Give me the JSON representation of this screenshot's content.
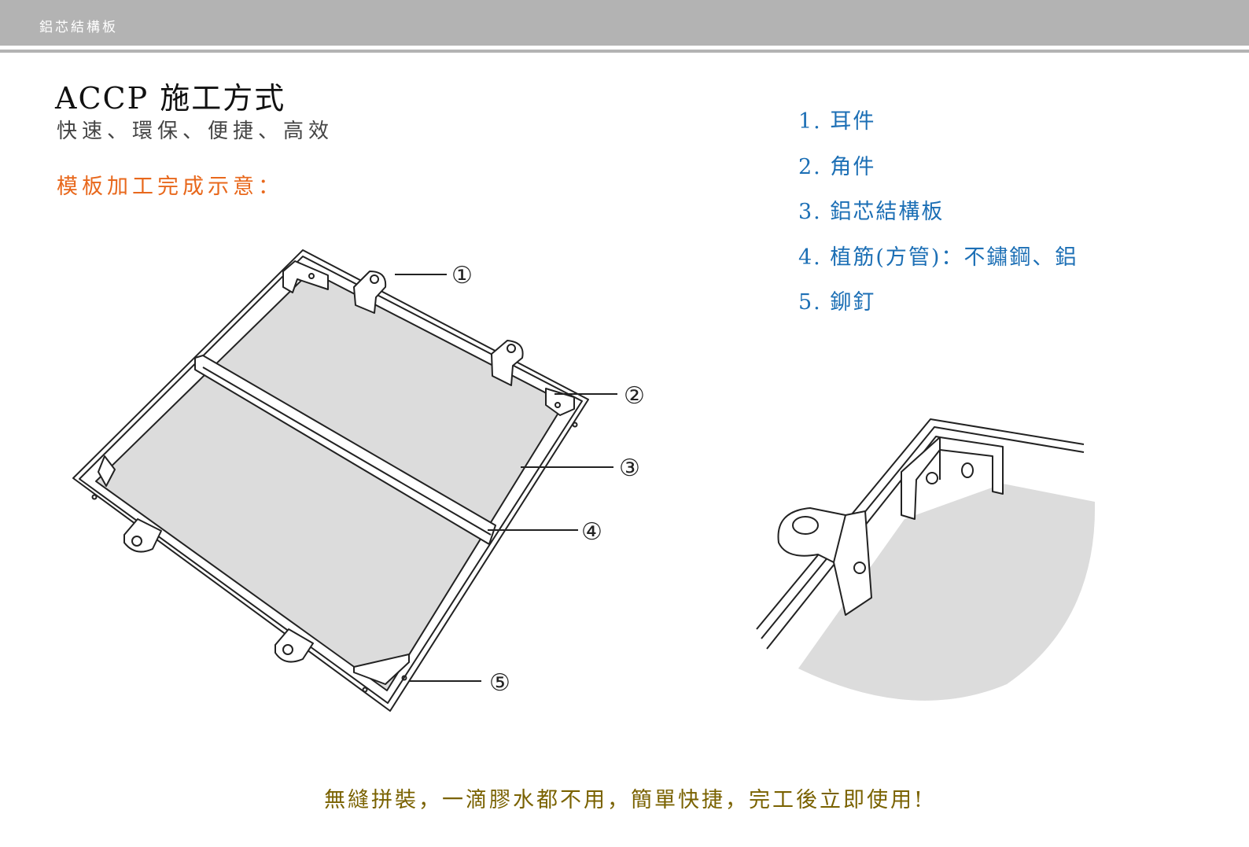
{
  "header": {
    "title": "鋁芯結構板"
  },
  "heading": {
    "title": "ACCP 施工方式",
    "subtitle": "快速、環保、便捷、高效",
    "section": "模板加工完成示意："
  },
  "diagram": {
    "callouts": [
      "①",
      "②",
      "③",
      "④",
      "⑤"
    ]
  },
  "legend": {
    "items": [
      "1. 耳件",
      "2. 角件",
      "3. 鋁芯結構板",
      "4. 植筋(方管)：不鏽鋼、鋁",
      "5. 鉚釘"
    ]
  },
  "footer": {
    "text": "無縫拼裝，一滴膠水都不用，簡單快捷，完工後立即使用!"
  },
  "colors": {
    "header_bg": "#b3b3b3",
    "accent_orange": "#e8681c",
    "legend_blue": "#1c6fb5",
    "footer_gold": "#7a6200",
    "panel_gray": "#dcdcdc"
  }
}
